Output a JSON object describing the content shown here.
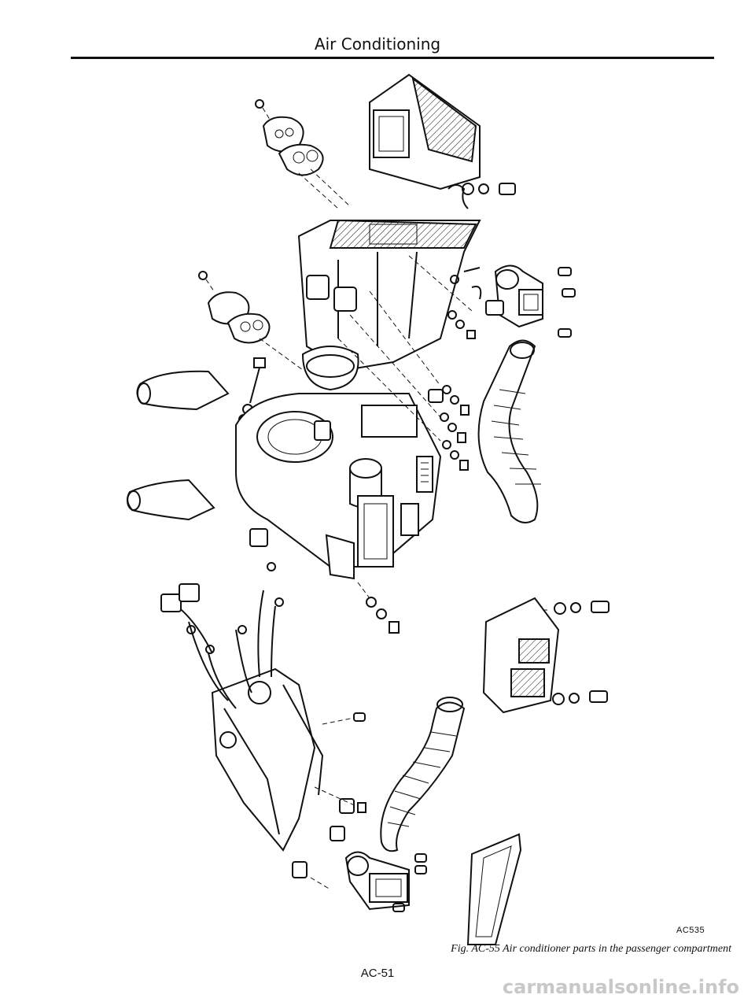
{
  "header": {
    "title": "Air Conditioning"
  },
  "figure": {
    "code": "AC535",
    "caption": "Fig. AC-55  Air conditioner parts in the passenger compartment"
  },
  "footer": {
    "page_number": "AC-51"
  },
  "watermark": {
    "text": "carmanualsonline.info"
  }
}
